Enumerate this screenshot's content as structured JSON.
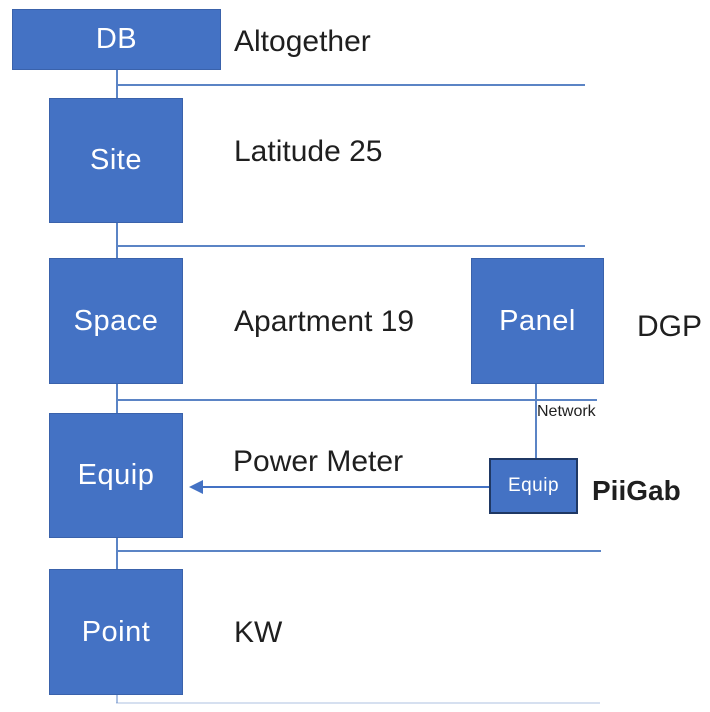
{
  "colors": {
    "background": "#FFFFFF",
    "box_fill": "#4472C4",
    "box_border": "#3A62AB",
    "small_box_border": "#1F3864",
    "connector": "#5B84C5",
    "arrow": "#4472C4",
    "text": "#1F1F1F",
    "box_text": "#FFFFFF"
  },
  "diagram": {
    "type": "hierarchy",
    "levels": [
      "DB",
      "Site",
      "Space",
      "Equip",
      "Point"
    ],
    "boxes": {
      "db": {
        "label": "DB"
      },
      "site": {
        "label": "Site"
      },
      "space": {
        "label": "Space"
      },
      "panel": {
        "label": "Panel"
      },
      "equip": {
        "label": "Equip"
      },
      "equip_small": {
        "label": "Equip"
      },
      "point": {
        "label": "Point"
      }
    },
    "annotations": {
      "db": "Altogether",
      "site": "Latitude 25",
      "space": "Apartment 19",
      "panel": "DGP",
      "equip": "Power Meter",
      "equip_small": "PiiGab",
      "point": "KW",
      "network": "Network"
    }
  }
}
